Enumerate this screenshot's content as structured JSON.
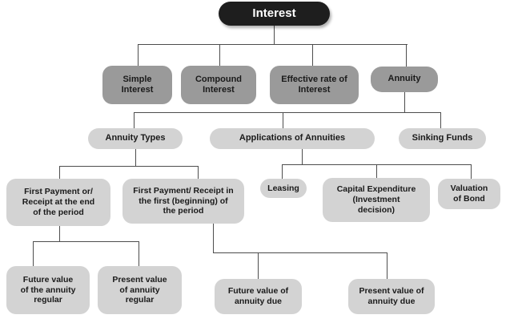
{
  "diagram": {
    "type": "hierarchy-flowchart",
    "title": "Interest",
    "colors": {
      "root_fill": "#1e1e1e",
      "root_text": "#ffffff",
      "level2_fill": "#9a9a9a",
      "child_fill": "#d3d3d3",
      "node_text": "#1a1a1a",
      "connector": "#4d4d4d",
      "background": "#ffffff"
    },
    "nodes": {
      "interest": "Interest",
      "simple_interest": "Simple\nInterest",
      "compound_interest": "Compound\nInterest",
      "effective_rate": "Effective rate of\nInterest",
      "annuity": "Annuity",
      "annuity_types": "Annuity Types",
      "applications_of_annuities": "Applications of Annuities",
      "sinking_funds": "Sinking Funds",
      "first_payment_end": "First Payment or/\nReceipt at the end\nof the period",
      "first_payment_beginning": "First Payment/ Receipt in\nthe first (beginning) of\nthe period",
      "leasing": "Leasing",
      "capital_expenditure": "Capital Expenditure\n(Investment\ndecision)",
      "valuation_of_bond": "Valuation\nof Bond",
      "future_value_regular": "Future value\nof the annuity\nregular",
      "present_value_regular": "Present value\nof annuity\nregular",
      "future_value_due": "Future value of\nannuity due",
      "present_value_due": "Present value of\nannuity due"
    },
    "hierarchy": {
      "Interest": {
        "Simple Interest": {},
        "Compound Interest": {},
        "Effective rate of Interest": {},
        "Annuity": {
          "Annuity Types": {
            "First Payment or/ Receipt at the end of the period": {
              "Future value of the annuity regular": {},
              "Present value of annuity regular": {}
            },
            "First Payment/ Receipt in the first (beginning) of the period": {
              "Future value of annuity due": {},
              "Present value of annuity due": {}
            }
          },
          "Applications of Annuities": {
            "Leasing": {},
            "Capital Expenditure (Investment decision)": {},
            "Valuation of Bond": {}
          },
          "Sinking Funds": {}
        }
      }
    }
  }
}
